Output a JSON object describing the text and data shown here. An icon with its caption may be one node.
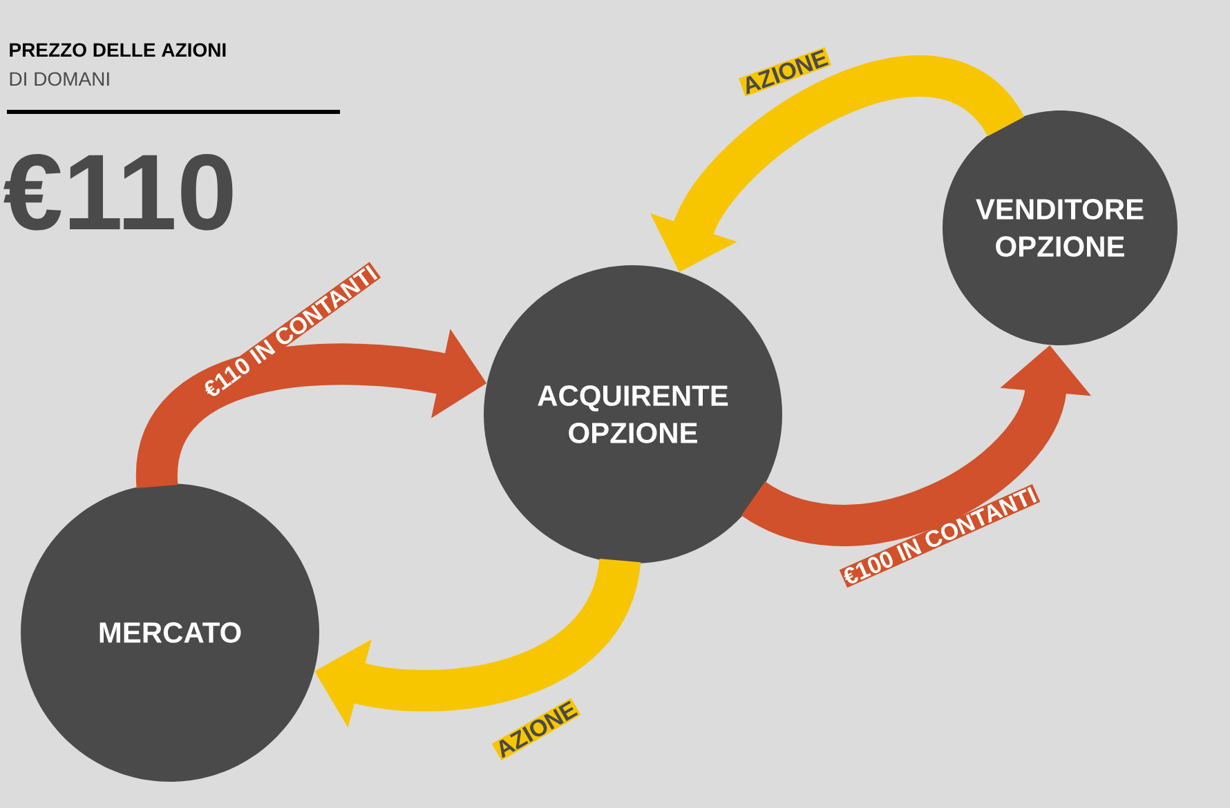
{
  "diagram": {
    "title": "PREZZO DELLE AZIONI",
    "nodes": [
      {
        "text": [
          "VENDITORE OPZIONE"
        ]
      },
      {
        "text": [
          "ACQUIRENTE OPZIONE"
        ]
      },
      {
        "text": [
          "MERCATO"
        ]
      }
    ],
    "edges": [
      {
        "from": 0,
        "to": 1,
        "arrow": "to",
        "label": "AZIONE",
        "color": "#f7c600"
      },
      {
        "from": 1,
        "to": 0,
        "arrow": "to",
        "label": "€100 IN CONTANTI",
        "color": "#d0512b"
      },
      {
        "from": 2,
        "to": 1,
        "arrow": "to",
        "label": "€110 IN CONTANTI",
        "color": "#d0512b"
      },
      {
        "from": 1,
        "to": 2,
        "arrow": "to",
        "label": "AZIONE",
        "color": "#f7c600"
      }
    ],
    "labels": [
      "DI DOMANI",
      "€110"
    ]
  }
}
